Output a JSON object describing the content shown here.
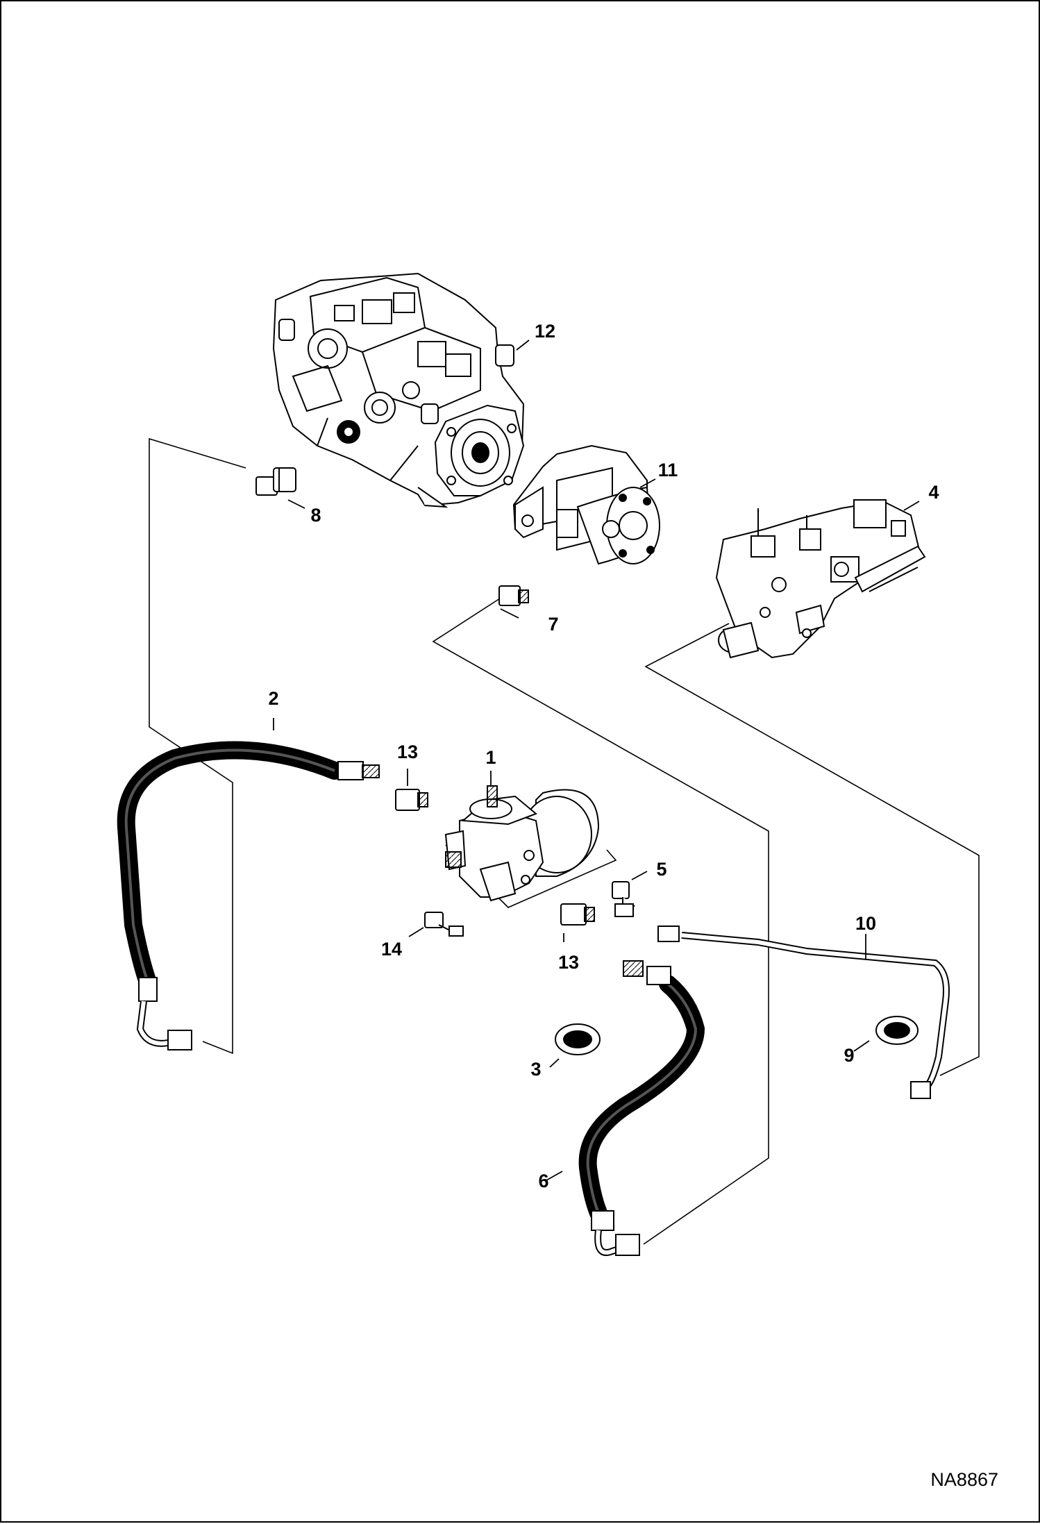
{
  "figure_ref": "NA8867",
  "callouts": {
    "c1": "1",
    "c2": "2",
    "c3": "3",
    "c4": "4",
    "c5": "5",
    "c6": "6",
    "c7": "7",
    "c8": "8",
    "c9": "9",
    "c10": "10",
    "c11": "11",
    "c12": "12",
    "c13a": "13",
    "c13b": "13",
    "c14": "14"
  }
}
